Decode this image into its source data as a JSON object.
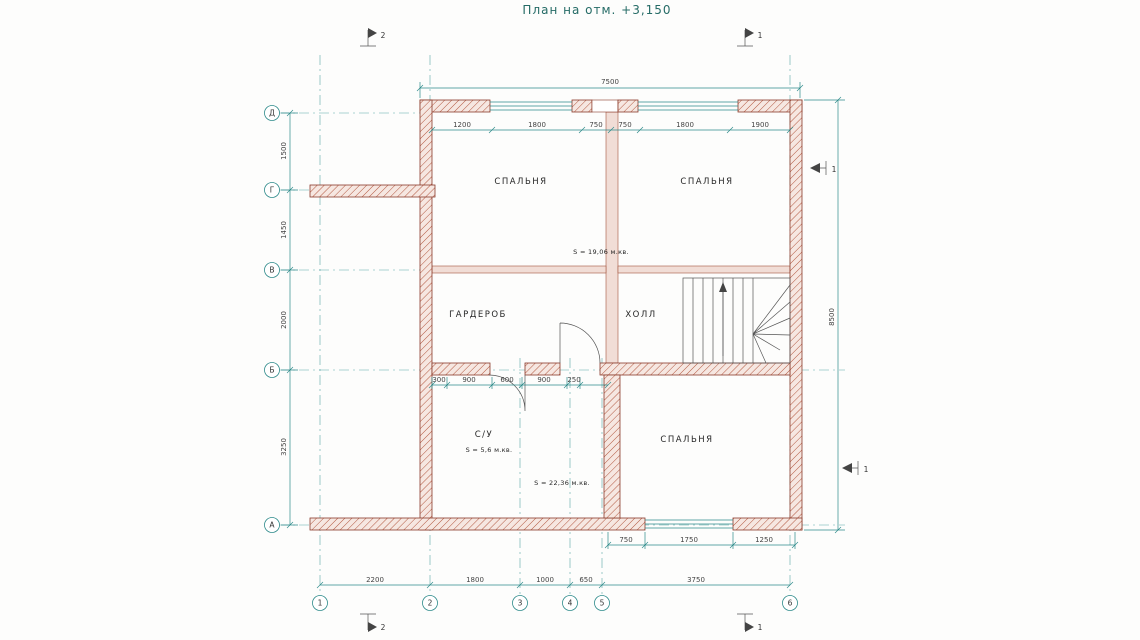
{
  "title": "План на отм. +3,150",
  "rooms": [
    "СПАЛЬНЯ",
    "СПАЛЬНЯ",
    "ГАРДЕРОБ",
    "ХОЛЛ",
    "С/У",
    "СПАЛЬНЯ"
  ],
  "areas": [
    "S = 19,06 м.кв.",
    "S = 5,6 м.кв.",
    "S = 22,36 м.кв."
  ],
  "dimensions": {
    "overall_width": "7500",
    "overall_height": "8500",
    "top_chain": [
      "1200",
      "1800",
      "750",
      "750",
      "1800",
      "1900"
    ],
    "left_chain": [
      "1500",
      "1450",
      "2000",
      "3250"
    ],
    "mid_chain": [
      "300",
      "900",
      "600",
      "900",
      "250"
    ],
    "bottom_inner_chain": [
      "750",
      "1750",
      "1250"
    ],
    "bottom_outer_chain": [
      "2200",
      "1800",
      "1000",
      "650",
      "3750"
    ]
  },
  "axes": {
    "left": [
      "Д",
      "Г",
      "В",
      "Б",
      "А"
    ],
    "bottom": [
      "1",
      "2",
      "3",
      "4",
      "5",
      "6"
    ]
  },
  "sections": {
    "cut_1": "1",
    "cut_2": "2"
  },
  "colors": {
    "wall_outline": "#8a3a2a",
    "wall_hatch": "#b2573f",
    "drawing_lines": "#2e8b8b",
    "text": "#333333"
  }
}
